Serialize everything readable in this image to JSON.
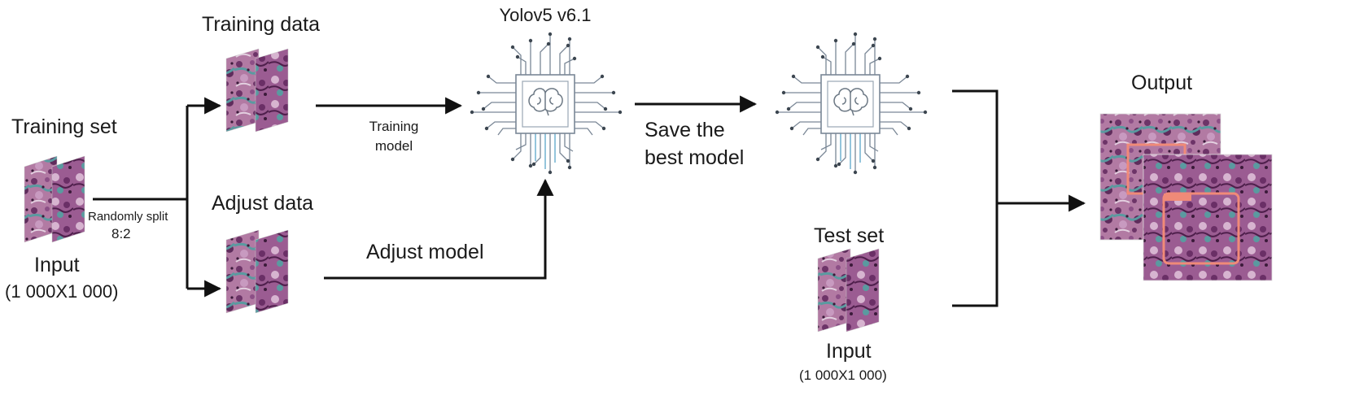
{
  "labels": {
    "training_set": "Training set",
    "input_left": "Input",
    "input_left_dims": "(1 000X1 000)",
    "randomly_split": "Randomly split",
    "split_ratio": "8:2",
    "training_data": "Training data",
    "adjust_data": "Adjust data",
    "training_model_line1": "Training",
    "training_model_line2": "model",
    "adjust_model": "Adjust model",
    "yolo_title": "Yolov5 v6.1",
    "save_best_line1": "Save the",
    "save_best_line2": "best model",
    "test_set": "Test set",
    "input_right": "Input",
    "input_right_dims": "(1 000X1 000)",
    "output": "Output"
  },
  "colors": {
    "arrow": "#111111",
    "circuit": "#7a8796",
    "circuit_accent": "#5aa6c8",
    "tissue_purple": "#7a3f73",
    "tissue_pink": "#b97aa8",
    "tissue_teal": "#5a9aa0",
    "detection_box": "#f08a78"
  }
}
